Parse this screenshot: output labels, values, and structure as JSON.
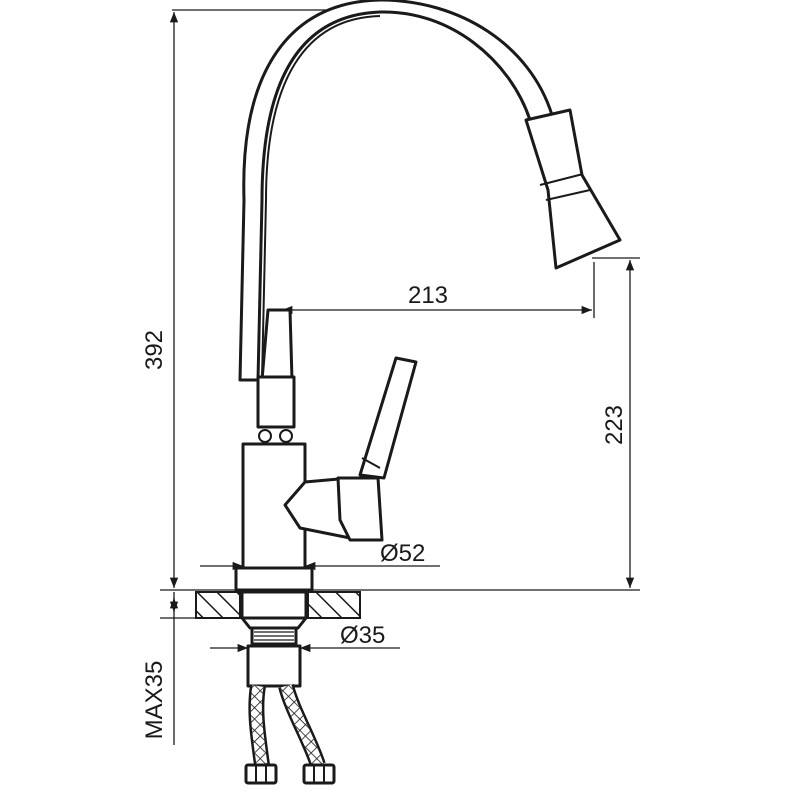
{
  "dimensions": {
    "total_height": "392",
    "spout_reach": "213",
    "spout_height": "223",
    "base_diameter": "Ø52",
    "shank_diameter": "Ø35",
    "max_counter_thickness": "MAX35"
  }
}
